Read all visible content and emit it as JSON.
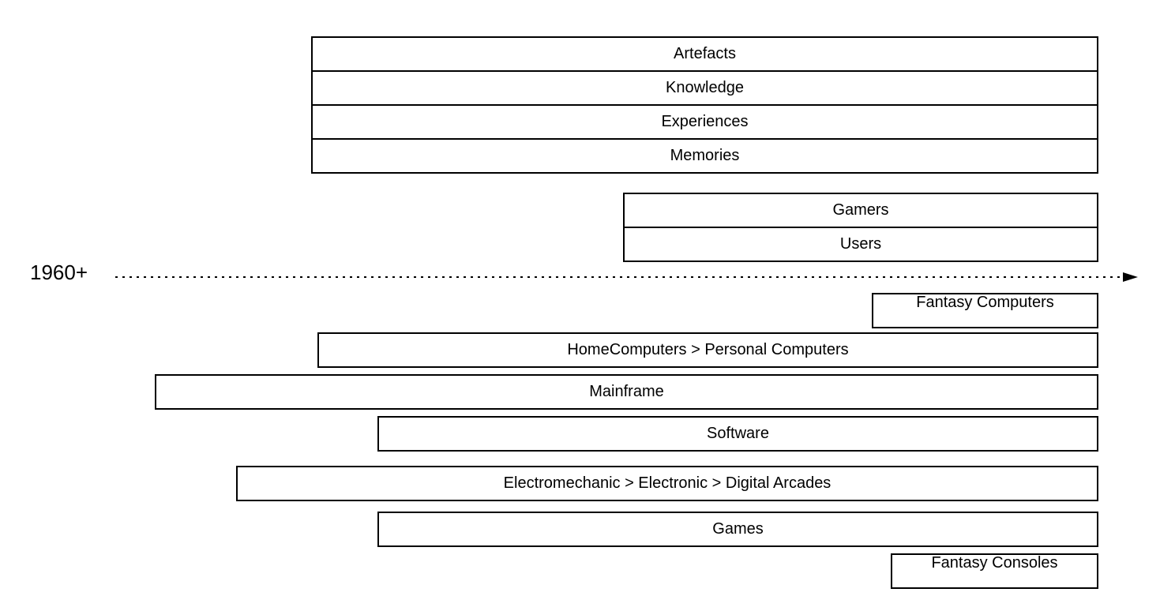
{
  "timeline": {
    "start_label": "1960+",
    "direction": "right-arrow"
  },
  "upper_stack": [
    "Artefacts",
    "Knowledge",
    "Experiences",
    "Memories"
  ],
  "people_stack": [
    "Gamers",
    "Users"
  ],
  "lower_bars": [
    "Fantasy Computers",
    "HomeComputers > Personal Computers",
    "Mainframe",
    "Software",
    "Electromechanic > Electronic > Digital Arcades",
    "Games",
    "Fantasy Consoles"
  ]
}
